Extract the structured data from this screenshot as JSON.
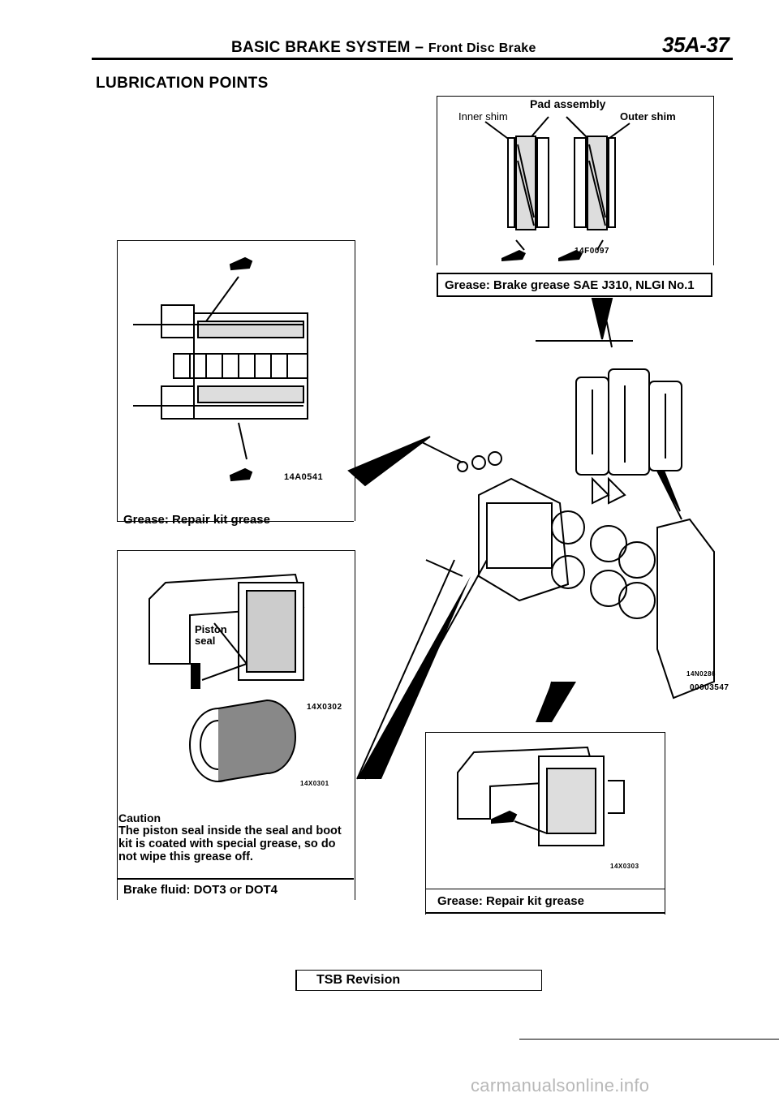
{
  "header": {
    "title_main": "BASIC BRAKE SYSTEM",
    "title_dash": "–",
    "title_sub": "Front Disc Brake",
    "page_number": "35A-37"
  },
  "section_title": "LUBRICATION POINTS",
  "pad_figure": {
    "label_inner": "Inner shim",
    "label_pad": "Pad assembly",
    "label_outer": "Outer shim",
    "code": "14F0097",
    "caption": "Grease: Brake grease SAE J310, NLGI No.1"
  },
  "caliper_figure": {
    "code": "14A0541",
    "caption": "Grease: Repair kit grease"
  },
  "piston_figure": {
    "label_seal": "Piston seal",
    "code_top": "14X0302",
    "code_bottom": "14X0301",
    "caution_title": "Caution",
    "caution_body": "The piston seal inside the seal and boot kit is coated with special grease, so do not wipe this grease off.",
    "fluid_caption": "Brake fluid: DOT3 or DOT4"
  },
  "exploded_view": {
    "code_a": "14N0286",
    "code_b": "00003547"
  },
  "boot_figure": {
    "code": "14X0303",
    "caption": "Grease: Repair kit grease"
  },
  "footer": {
    "tsb": "TSB Revision"
  },
  "watermark": "carmanualsonline.info"
}
